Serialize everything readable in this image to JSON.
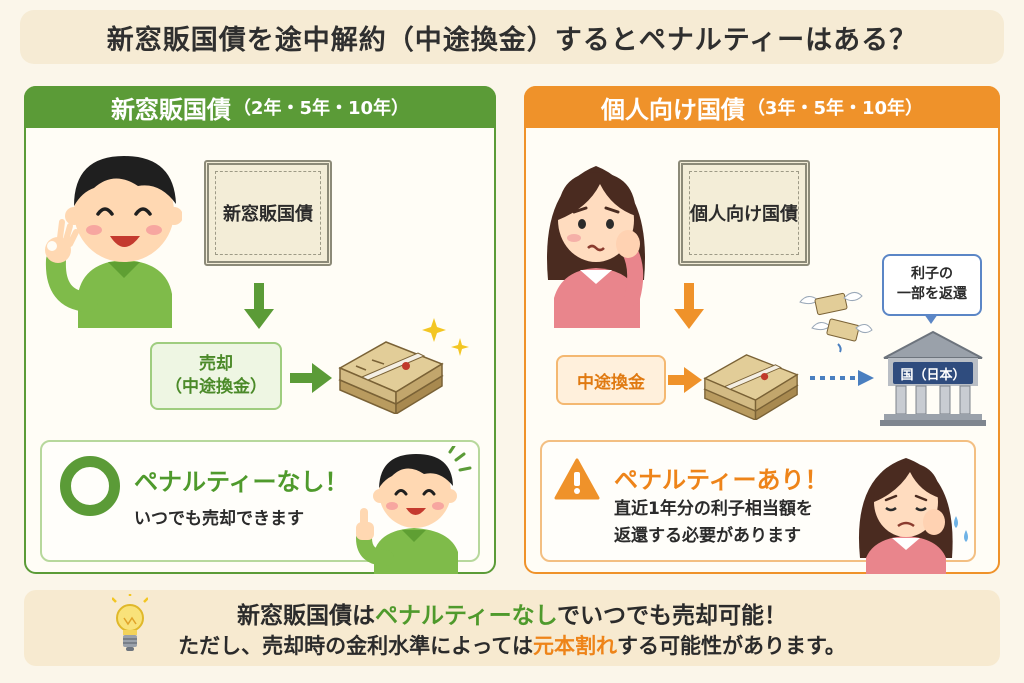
{
  "title": "新窓販国債を途中解約（中途換金）するとペナルティーはある？",
  "left": {
    "header_main": "新窓販国債",
    "header_sub": "（2年・5年・10年）",
    "certificate": "新窓販国債",
    "action_line1": "売却",
    "action_line2": "（中途換金）",
    "result_heading": "ペナルティーなし！",
    "result_text": "いつでも売却できます"
  },
  "right": {
    "header_main": "個人向け国債",
    "header_sub": "（3年・5年・10年）",
    "certificate": "個人向け国債",
    "action": "中途換金",
    "bubble_line1": "利子の",
    "bubble_line2": "一部を返還",
    "bank_sign": "国（日本）",
    "result_heading": "ペナルティーあり！",
    "result_line1": "直近1年分の利子相当額を",
    "result_line2": "返還する必要があります"
  },
  "summary": {
    "line1_part1": "新窓販国債は",
    "line1_highlight": "ペナルティーなし",
    "line1_part3": "でいつでも売却可能！",
    "line2_part1": "ただし、売却時の金利水準によっては",
    "line2_highlight": "元本割れ",
    "line2_part3": "する可能性があります。"
  },
  "colors": {
    "green": "#5b9b37",
    "orange": "#ef922a",
    "background": "#fbf6ea",
    "bank_sign": "#2f4c7e"
  },
  "icons": [
    "ok-hand-boy-illustration",
    "certificate-icon",
    "down-arrow-icon",
    "right-arrow-icon",
    "money-stack-icon",
    "sparkle-icon",
    "circle-ok-icon",
    "thumbs-up-boy-illustration",
    "worried-woman-illustration",
    "flying-money-icon",
    "bank-icon",
    "warning-icon",
    "sad-woman-illustration",
    "light-bulb-icon"
  ]
}
